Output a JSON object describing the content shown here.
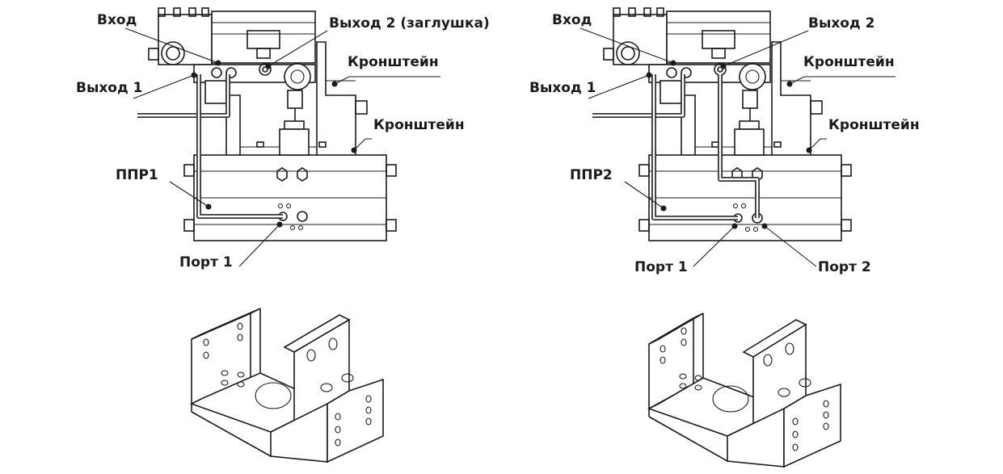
{
  "left": {
    "labels": {
      "input": "Вход",
      "output1": "Выход 1",
      "output2": "Выход 2 (заглушка)",
      "bracket_top": "Кронштейн",
      "bracket_bottom": "Кронштейн",
      "actuator": "ППР1",
      "port1": "Порт 1"
    }
  },
  "right": {
    "labels": {
      "input": "Вход",
      "output1": "Выход 1",
      "output2": "Выход 2",
      "bracket_top": "Кронштейн",
      "bracket_bottom": "Кронштейн",
      "actuator": "ППР2",
      "port1": "Порт 1",
      "port2": "Порт 2"
    }
  }
}
